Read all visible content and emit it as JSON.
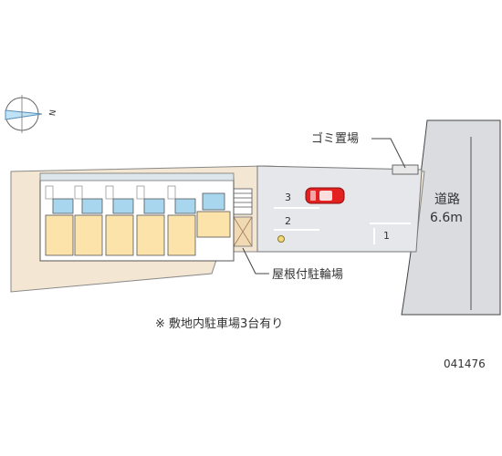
{
  "labels": {
    "garbage": "ゴミ置場",
    "road_name": "道路",
    "road_width": "6.6m",
    "bike_parking": "屋根付駐輪場",
    "parking_note": "※ 敷地内駐車場3台有り",
    "property_code": "041476"
  },
  "parking_spaces": [
    "1",
    "2",
    "3"
  ],
  "compass": {
    "north_symbol": "N"
  },
  "colors": {
    "lot": "#e5e7ea",
    "road": "#dadcdf",
    "yard": "#f3e6d2",
    "unit_floor": "#fbe3aa",
    "bath": "#a8d6ee",
    "car": "#e32121"
  }
}
